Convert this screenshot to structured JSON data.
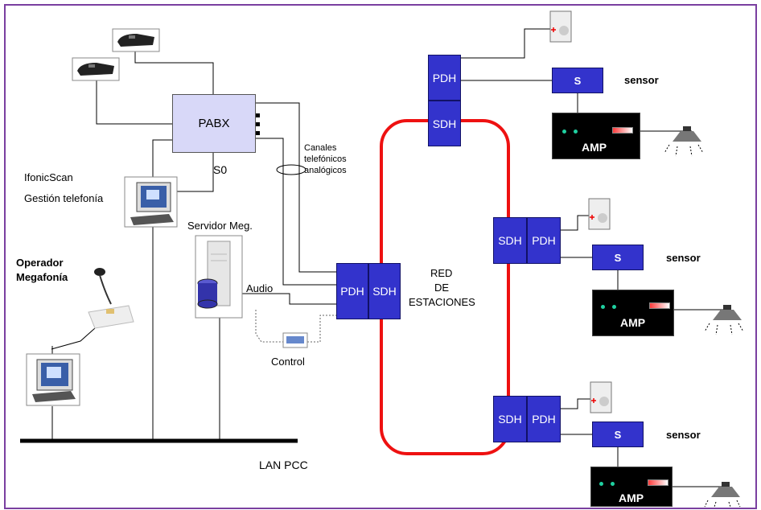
{
  "labels": {
    "pabx": "PABX",
    "s0": "S0",
    "ifonic": "IfonicScan",
    "gestion": "Gestión telefonía",
    "servidor": "Servidor Meg.",
    "audio": "Audio",
    "control": "Control",
    "operador_l1": "Operador",
    "operador_l2": "Megafonía",
    "canales_l1": "Canales",
    "canales_l2": "telefónicos",
    "canales_l3": "analógicos",
    "red_l1": "RED",
    "red_l2": "DE",
    "red_l3": "ESTACIONES",
    "lan": "LAN PCC",
    "pdh": "PDH",
    "sdh": "SDH",
    "s": "S",
    "sensor": "sensor",
    "amp": "AMP"
  },
  "colors": {
    "frame": "#7a3fa0",
    "node_blue": "#3333cc",
    "ring_red": "#ee1111",
    "pabx_fill": "#d8d8f8"
  }
}
